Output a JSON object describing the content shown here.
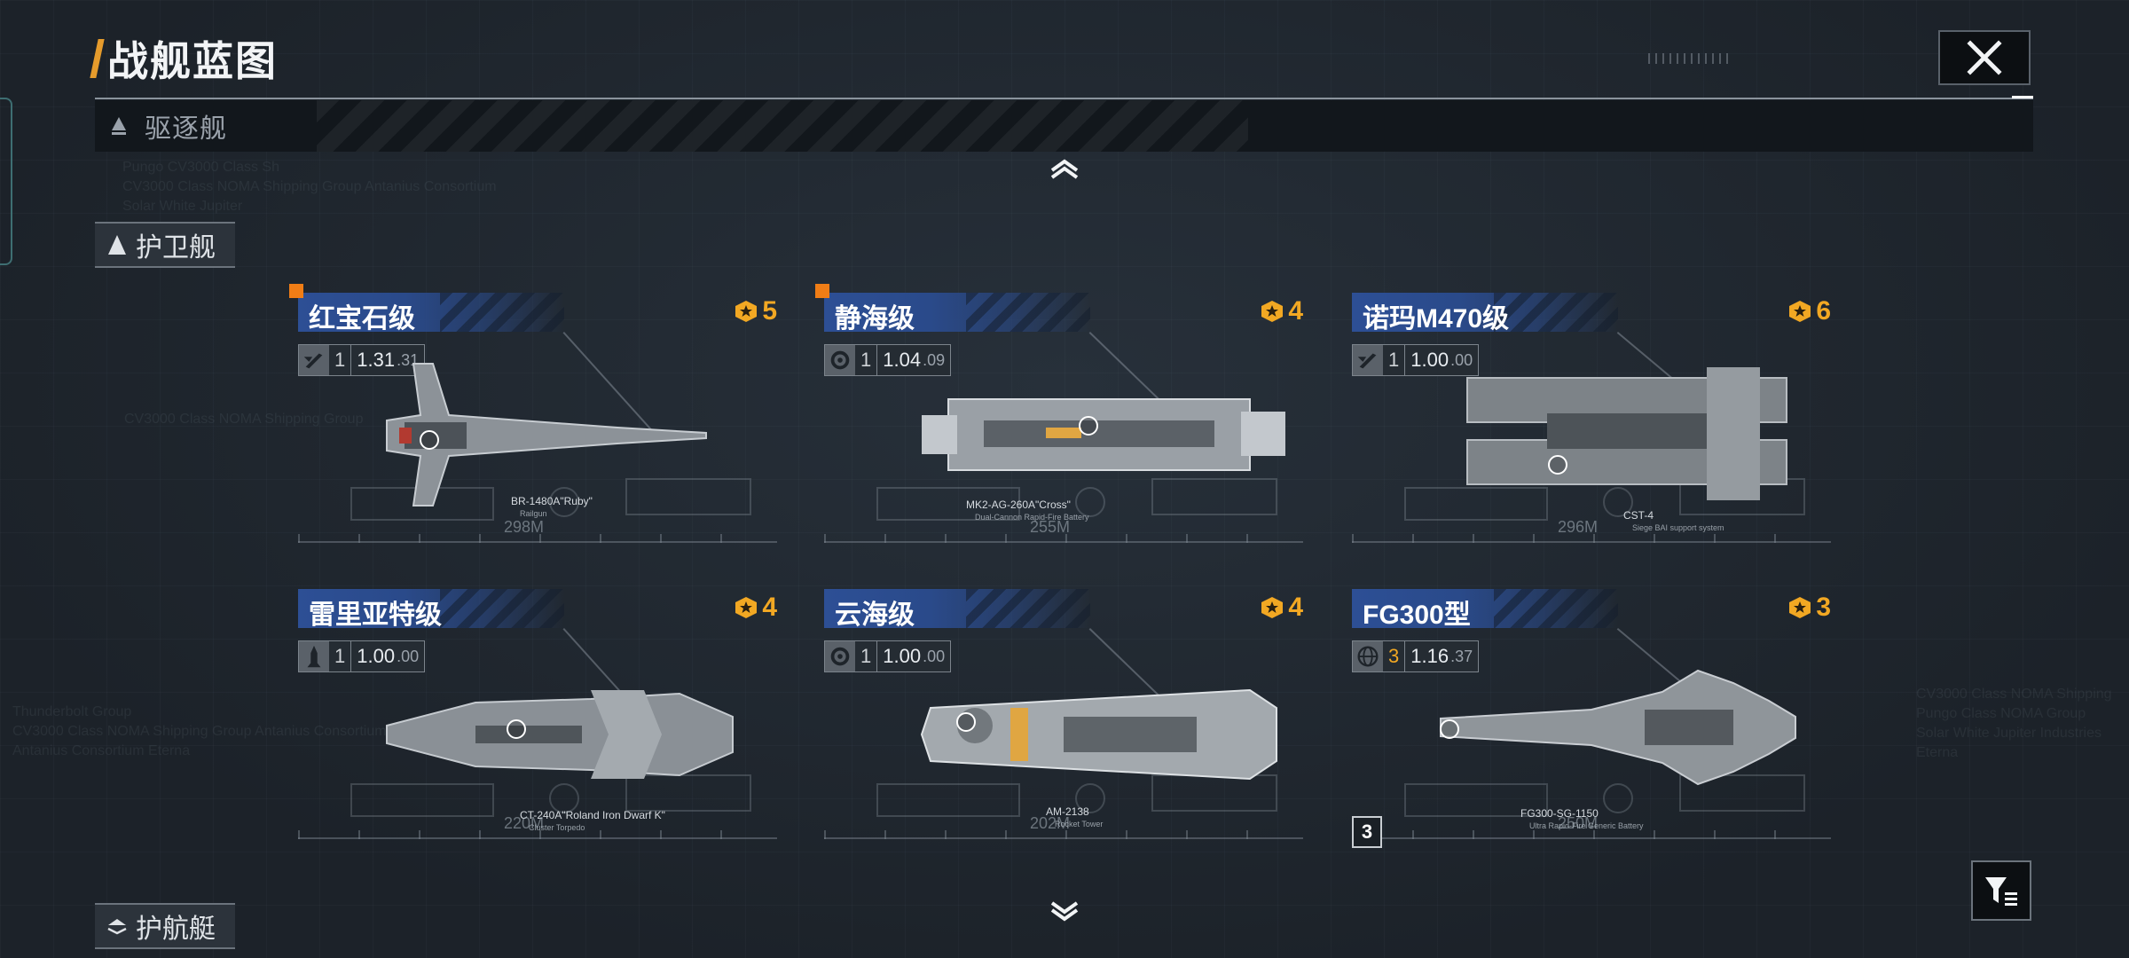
{
  "header": {
    "title": "战舰蓝图"
  },
  "category": {
    "current": "驱逐舰"
  },
  "side_buttons": {
    "escort": "护卫舰",
    "corvette": "护航艇"
  },
  "background_text": {
    "block1": "Pungo CV3000 Class Sh\nCV3000 Class NOMA Shipping Group Antanius Consortium\nSolar White Jupiter",
    "block2": "CV3000 Class NOMA Shipping Group",
    "block3": "Thunderbolt Group\nCV3000 Class NOMA Shipping Group Antanius Consortium\nAntanius Consortium Eterna",
    "block4": "CV3000 Class NOMA Shipping\nPungo Class NOMA Group\nSolar White Jupiter Industries\nEterna"
  },
  "ships": [
    {
      "name": "红宝石级",
      "rare": true,
      "stars": "5",
      "stat_icon": "fighter-icon",
      "level": "1",
      "ratio_main": "1.31",
      "ratio_sub": ".31",
      "weapon": "BR-1480A\"Ruby\"",
      "weapon_sub": "Railgun",
      "length": "298M"
    },
    {
      "name": "静海级",
      "rare": true,
      "stars": "4",
      "stat_icon": "ship-gear-icon",
      "level": "1",
      "ratio_main": "1.04",
      "ratio_sub": ".09",
      "weapon": "MK2-AG-260A\"Cross\"",
      "weapon_sub": "Dual-Cannon Rapid-Fire Battery",
      "length": "255M"
    },
    {
      "name": "诺玛M470级",
      "rare": false,
      "stars": "6",
      "stat_icon": "fighter-icon",
      "level": "1",
      "ratio_main": "1.00",
      "ratio_sub": ".00",
      "weapon": "CST-4",
      "weapon_sub": "Siege BAI support system",
      "length": "296M"
    },
    {
      "name": "雷里亚特级",
      "rare": false,
      "stars": "4",
      "stat_icon": "missile-icon",
      "level": "1",
      "ratio_main": "1.00",
      "ratio_sub": ".00",
      "weapon": "CT-240A\"Roland Iron Dwarf K\"",
      "weapon_sub": "Cluster Torpedo",
      "length": "220M"
    },
    {
      "name": "云海级",
      "rare": false,
      "stars": "4",
      "stat_icon": "ship-gear-icon",
      "level": "1",
      "ratio_main": "1.00",
      "ratio_sub": ".00",
      "weapon": "AM-2138",
      "weapon_sub": "Rocket Tower",
      "length": "202M"
    },
    {
      "name": "FG300型",
      "rare": false,
      "stars": "3",
      "stat_icon": "globe-icon",
      "level": "3",
      "level_gold": true,
      "ratio_main": "1.16",
      "ratio_sub": ".37",
      "weapon": "FG300-SG-1150",
      "weapon_sub": "Ultra Rapid-Fire Generic Battery",
      "length": "250M",
      "tag": "3"
    }
  ]
}
